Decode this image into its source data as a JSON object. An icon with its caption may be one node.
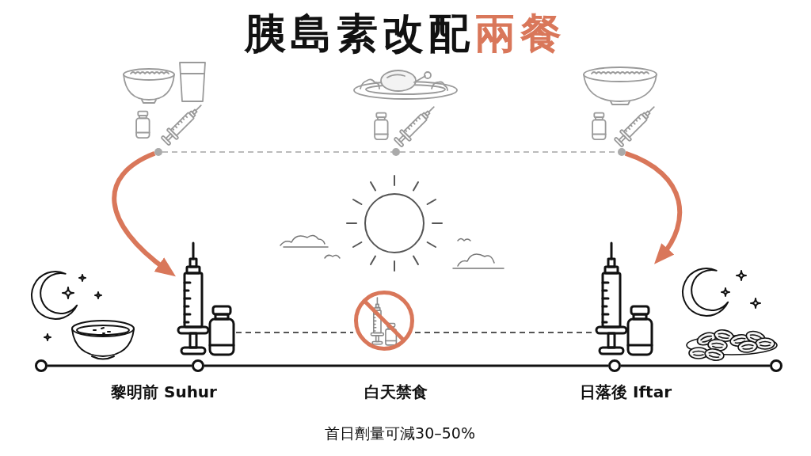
{
  "diagram": {
    "title": "胰島素改配兩餐",
    "nodes": [
      {
        "text": [],
        "shape": "picture"
      },
      {
        "text": [],
        "shape": "picture"
      },
      {
        "text": [],
        "shape": "picture"
      },
      {
        "text": [],
        "shape": "circle"
      },
      {
        "text": [],
        "shape": "circle"
      },
      {
        "text": [],
        "shape": "circle"
      },
      {
        "text": [],
        "shape": "picture"
      },
      {
        "text": [],
        "shape": "picture",
        "beside": [
          "白天禁食"
        ]
      },
      {
        "text": [],
        "shape": "picture"
      },
      {
        "text": [],
        "shape": "circle"
      },
      {
        "text": [],
        "shape": "circle",
        "beside": [
          "黎明前 Suhur"
        ]
      },
      {
        "text": [],
        "shape": "circle",
        "beside": [
          "日落後 Iftar"
        ]
      },
      {
        "text": [],
        "shape": "circle"
      }
    ],
    "edges": [
      {
        "from": 3,
        "to": 4,
        "arrow": "none",
        "style": "dashed",
        "color": "#bbbbbb"
      },
      {
        "from": 4,
        "to": 5,
        "arrow": "none",
        "style": "dashed",
        "color": "#bbbbbb"
      },
      {
        "from": 3,
        "to": 6,
        "arrow": "to",
        "style": "thick",
        "color": "#d9775a"
      },
      {
        "from": 5,
        "to": 8,
        "arrow": "to",
        "style": "thick",
        "color": "#d9775a"
      },
      {
        "from": 6,
        "to": 7,
        "arrow": "none",
        "style": "dashed",
        "color": "#555555"
      },
      {
        "from": 7,
        "to": 8,
        "arrow": "none",
        "style": "dashed",
        "color": "#555555"
      },
      {
        "from": 9,
        "to": 10,
        "arrow": "none"
      },
      {
        "from": 10,
        "to": 11,
        "arrow": "none"
      },
      {
        "from": 11,
        "to": 12,
        "arrow": "none"
      }
    ],
    "labels": [
      "首日劑量可減30–50%"
    ]
  }
}
